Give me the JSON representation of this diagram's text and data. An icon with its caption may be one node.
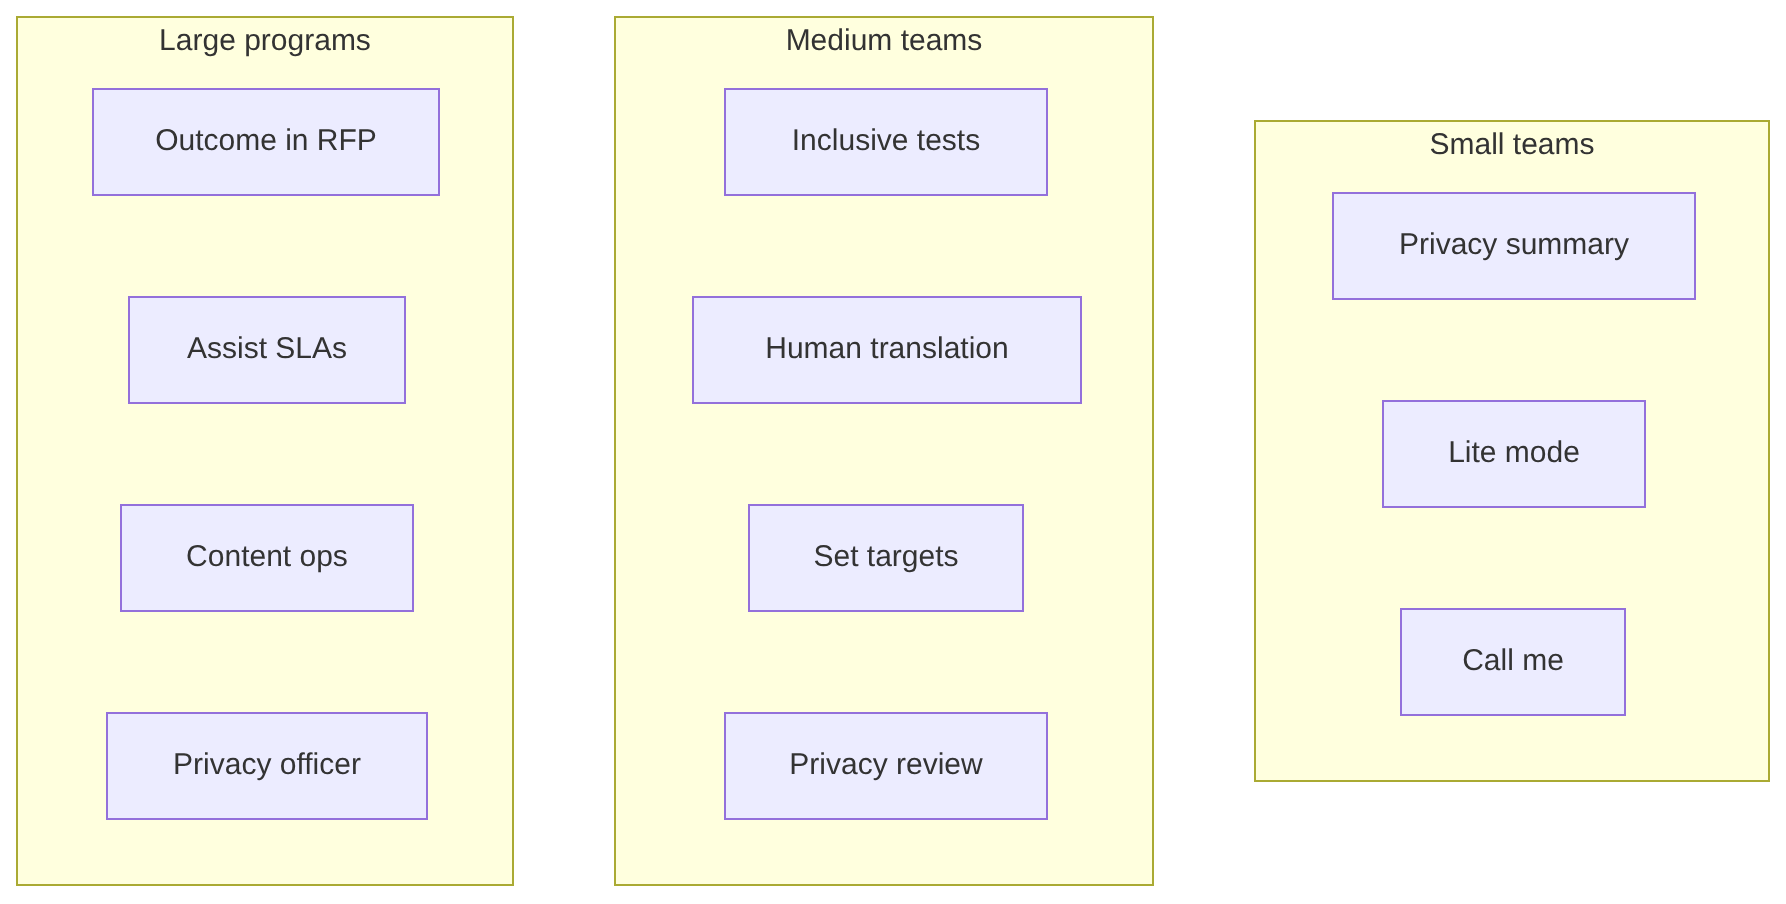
{
  "diagram": {
    "nodes": [
      {
        "text": [
          "Large programs"
        ]
      },
      {
        "text": [
          "Outcome in RFP"
        ],
        "in": 0
      },
      {
        "text": [
          "Assist SLAs"
        ],
        "in": 0
      },
      {
        "text": [
          "Content ops"
        ],
        "in": 0
      },
      {
        "text": [
          "Privacy officer"
        ],
        "in": 0
      },
      {
        "text": [
          "Medium teams"
        ]
      },
      {
        "text": [
          "Inclusive tests"
        ],
        "in": 5
      },
      {
        "text": [
          "Human translation"
        ],
        "in": 5
      },
      {
        "text": [
          "Set targets"
        ],
        "in": 5
      },
      {
        "text": [
          "Privacy review"
        ],
        "in": 5
      },
      {
        "text": [
          "Small teams"
        ]
      },
      {
        "text": [
          "Privacy summary"
        ],
        "in": 10
      },
      {
        "text": [
          "Lite mode"
        ],
        "in": 10
      },
      {
        "text": [
          "Call me"
        ],
        "in": 10
      }
    ]
  }
}
